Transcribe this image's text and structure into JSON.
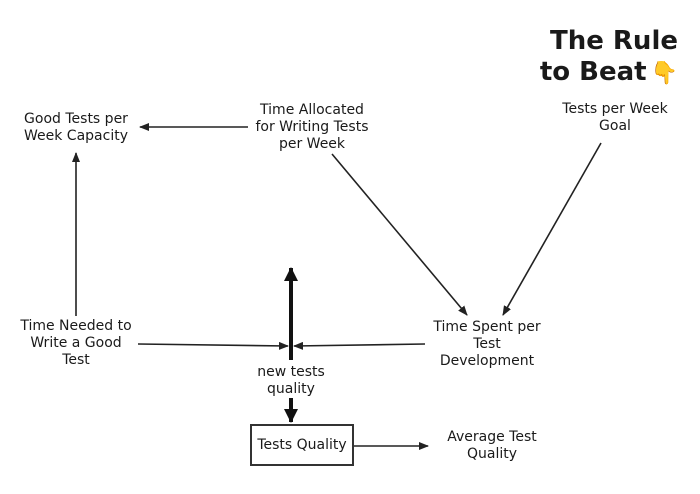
{
  "title": {
    "line1": "The Rule",
    "line2": "to Beat",
    "emoji_icon": "pointing-down-hand-icon"
  },
  "nodes": {
    "good_tests_capacity": "Good Tests per\nWeek Capacity",
    "time_allocated": "Time Allocated\nfor Writing Tests\nper Week",
    "tests_per_week_goal": "Tests per Week\nGoal",
    "time_needed": "Time Needed to\nWrite a Good\nTest",
    "new_tests_quality": "new tests\nquality",
    "time_spent": "Time Spent per\nTest\nDevelopment",
    "tests_quality": "Tests Quality",
    "average_test_quality": "Average Test\nQuality"
  }
}
